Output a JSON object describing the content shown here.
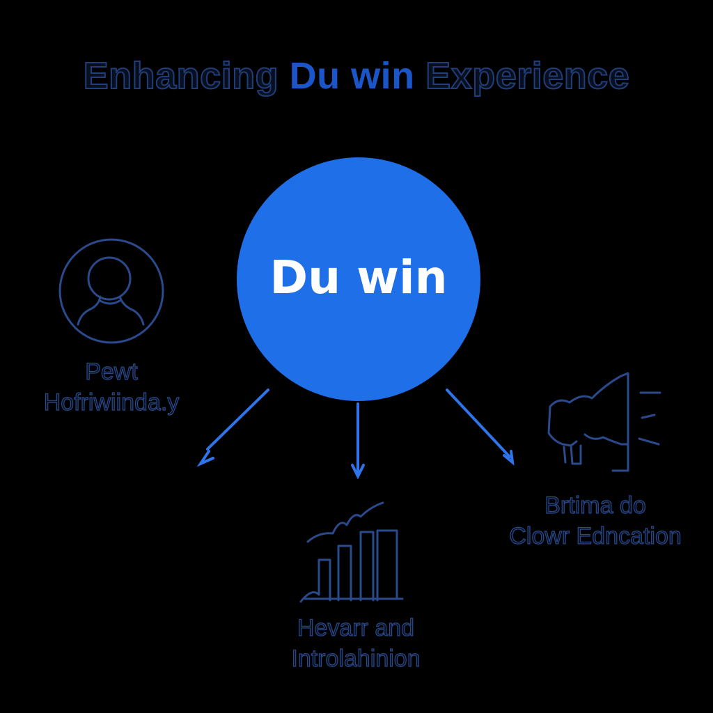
{
  "title": {
    "part1": "Enhancing ",
    "part2": "Du win",
    "part3": " Experience"
  },
  "hub": {
    "label": "Du win"
  },
  "nodes": [
    {
      "icon": "person-icon",
      "line1": "Pewt",
      "line2": "Hofriwiinda.y"
    },
    {
      "icon": "bar-chart-icon",
      "line1": "Hevarr and",
      "line2": "Introlahinion"
    },
    {
      "icon": "megaphone-icon",
      "line1": "Brtima do",
      "line2": "Clowr Edncation"
    }
  ],
  "colors": {
    "background": "#000000",
    "hub": "#1f6fe8",
    "title_highlight": "#1b56c8",
    "line_art": "#2a4a8c",
    "connector": "#2f74ea"
  }
}
